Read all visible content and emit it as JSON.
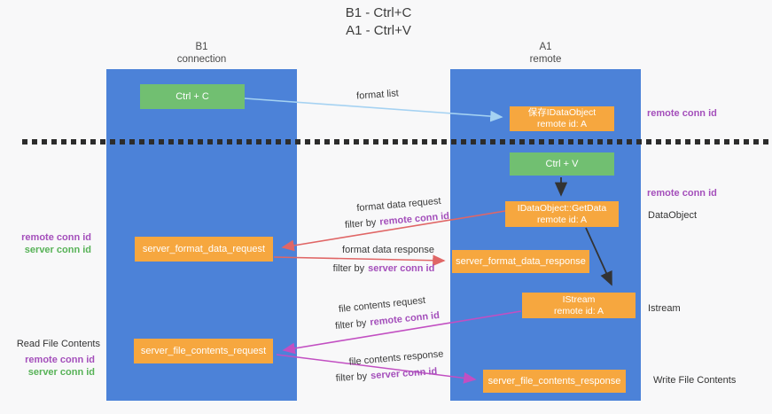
{
  "title": {
    "line1": "B1 - Ctrl+C",
    "line2": "A1 - Ctrl+V"
  },
  "lanes": {
    "b1": {
      "name": "B1",
      "role": "connection"
    },
    "a1": {
      "name": "A1",
      "role": "remote"
    }
  },
  "nodes": {
    "ctrl_c": {
      "label": "Ctrl + C"
    },
    "save_dataobject": {
      "line1": "保存IDataObject",
      "line2": "remote id: A"
    },
    "ctrl_v": {
      "label": "Ctrl + V"
    },
    "getdata": {
      "line1": "IDataObject::GetData",
      "line2": "remote id: A"
    },
    "istream": {
      "line1": "IStream",
      "line2": "remote id: A"
    },
    "format_request": {
      "label": "server_format_data_request"
    },
    "format_response": {
      "label": "server_format_data_response"
    },
    "file_request": {
      "label": "server_file_contents_request"
    },
    "file_response": {
      "label": "server_file_contents_response"
    }
  },
  "edge_labels": {
    "format_list": "format list",
    "format_data_request": "format data request",
    "format_data_response": "format data response",
    "file_contents_request": "file contents request",
    "file_contents_response": "file contents response",
    "filter_by": "filter by",
    "remote_conn_id": "remote conn id",
    "server_conn_id": "server conn id"
  },
  "side_labels": {
    "remote_conn_id": "remote conn id",
    "server_conn_id": "server conn id",
    "dataobject": "DataObject",
    "istream": "Istream",
    "read_file_contents": "Read File Contents",
    "write_file_contents": "Write File Contents"
  },
  "colors": {
    "lane_blue": "#4c82d8",
    "node_green": "#71bf71",
    "node_orange": "#f6a73f",
    "arrow_red": "#e06666",
    "arrow_magenta": "#c24fc2",
    "arrow_light_blue": "#a5d2f2",
    "arrow_black": "#333333",
    "label_purple": "#a44fbb",
    "label_green": "#57b257",
    "separator_dark": "#2c2c2c",
    "background": "#f8f8f9"
  }
}
